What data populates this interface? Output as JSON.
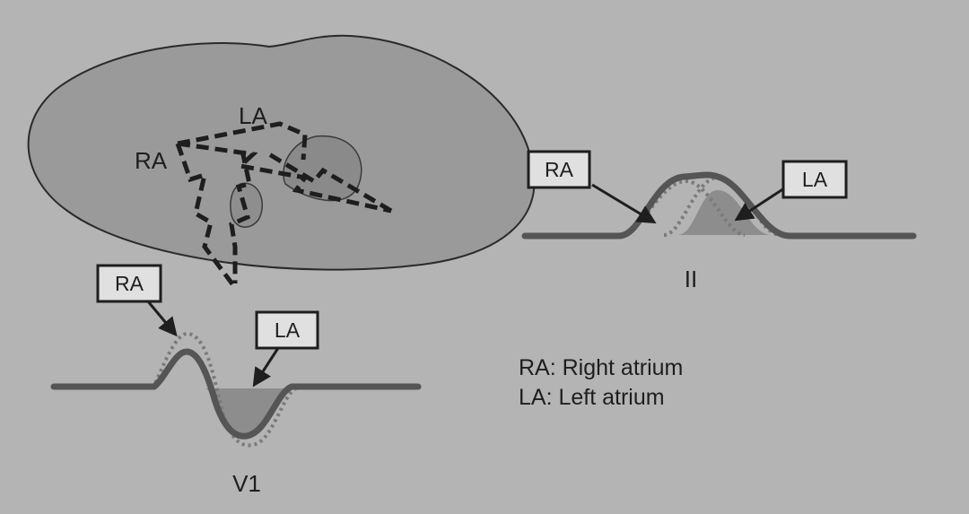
{
  "heart": {
    "label_ra": "RA",
    "label_la": "LA"
  },
  "lead_ii": {
    "box_ra": "RA",
    "box_la": "LA",
    "lead_label": "II"
  },
  "lead_v1": {
    "box_ra": "RA",
    "box_la": "LA",
    "lead_label": "V1"
  },
  "legend": {
    "ra": "RA: Right atrium",
    "la": "LA: Left atrium"
  },
  "colors": {
    "background": "#b4b4b4",
    "chest_fill": "#9a9a9a",
    "atria_fill": "#8c8c8c",
    "trace": "#555555",
    "dotted": "#7a7a7a",
    "label_box": "#e0e0e0",
    "text": "#1e1e1e"
  }
}
